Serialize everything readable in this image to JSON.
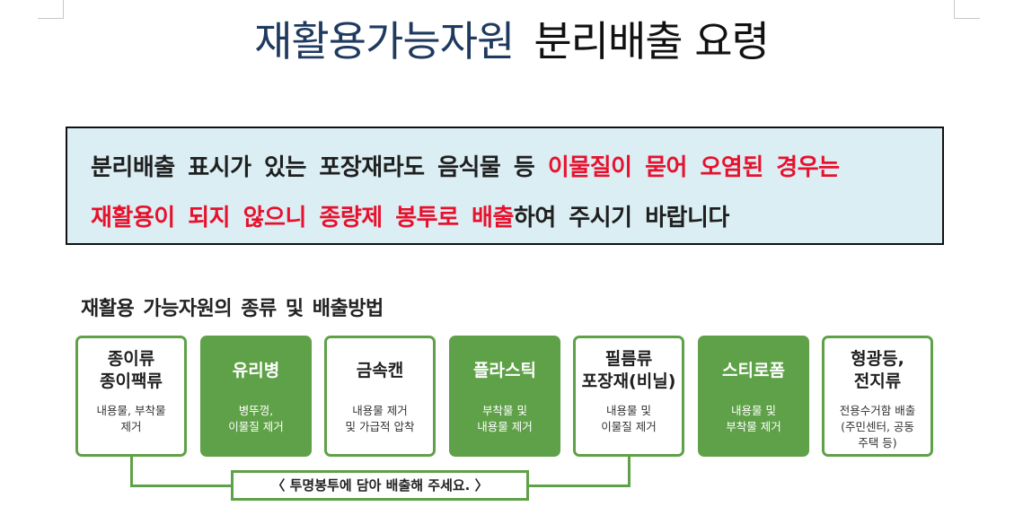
{
  "page": {
    "title_a": "재활용가능자원",
    "title_b": "분리배출 요령"
  },
  "notice": {
    "part1": "분리배출 표시가 있는 포장재라도 음식물 등 ",
    "part2_red": "이물질이 묻어 오염된 경우는",
    "part3_red": "재활용이 되지 않으니 종량제 봉투로 배출",
    "part4": "하여 주시기 바랍니다"
  },
  "section": {
    "title": "재활용 가능자원의 종류 및 배출방법"
  },
  "cards": [
    {
      "name": "종이류\n종이팩류",
      "desc": "내용물, 부착물\n제거",
      "style": "outline"
    },
    {
      "name": "유리병",
      "desc": "병뚜껑,\n이물질 제거",
      "style": "filled"
    },
    {
      "name": "금속캔",
      "desc": "내용물 제거\n및 가급적 압착",
      "style": "outline"
    },
    {
      "name": "플라스틱",
      "desc": "부착물 및\n내용물 제거",
      "style": "filled"
    },
    {
      "name": "필름류\n포장재(비닐)",
      "desc": "내용물 및\n이물질 제거",
      "style": "outline"
    },
    {
      "name": "스티로폼",
      "desc": "내용물 및\n부착물 제거",
      "style": "filled"
    },
    {
      "name": "형광등,\n전지류",
      "desc": "전용수거함 배출\n(주민센터, 공동\n주택 등)",
      "style": "outline"
    }
  ],
  "bag_note": "〈 투명봉투에 담아 배출해 주세요. 〉",
  "colors": {
    "accent_green": "#5fa148",
    "notice_bg": "#daeef3",
    "highlight_red": "#e8112d",
    "title_blue": "#1f3a5f"
  }
}
